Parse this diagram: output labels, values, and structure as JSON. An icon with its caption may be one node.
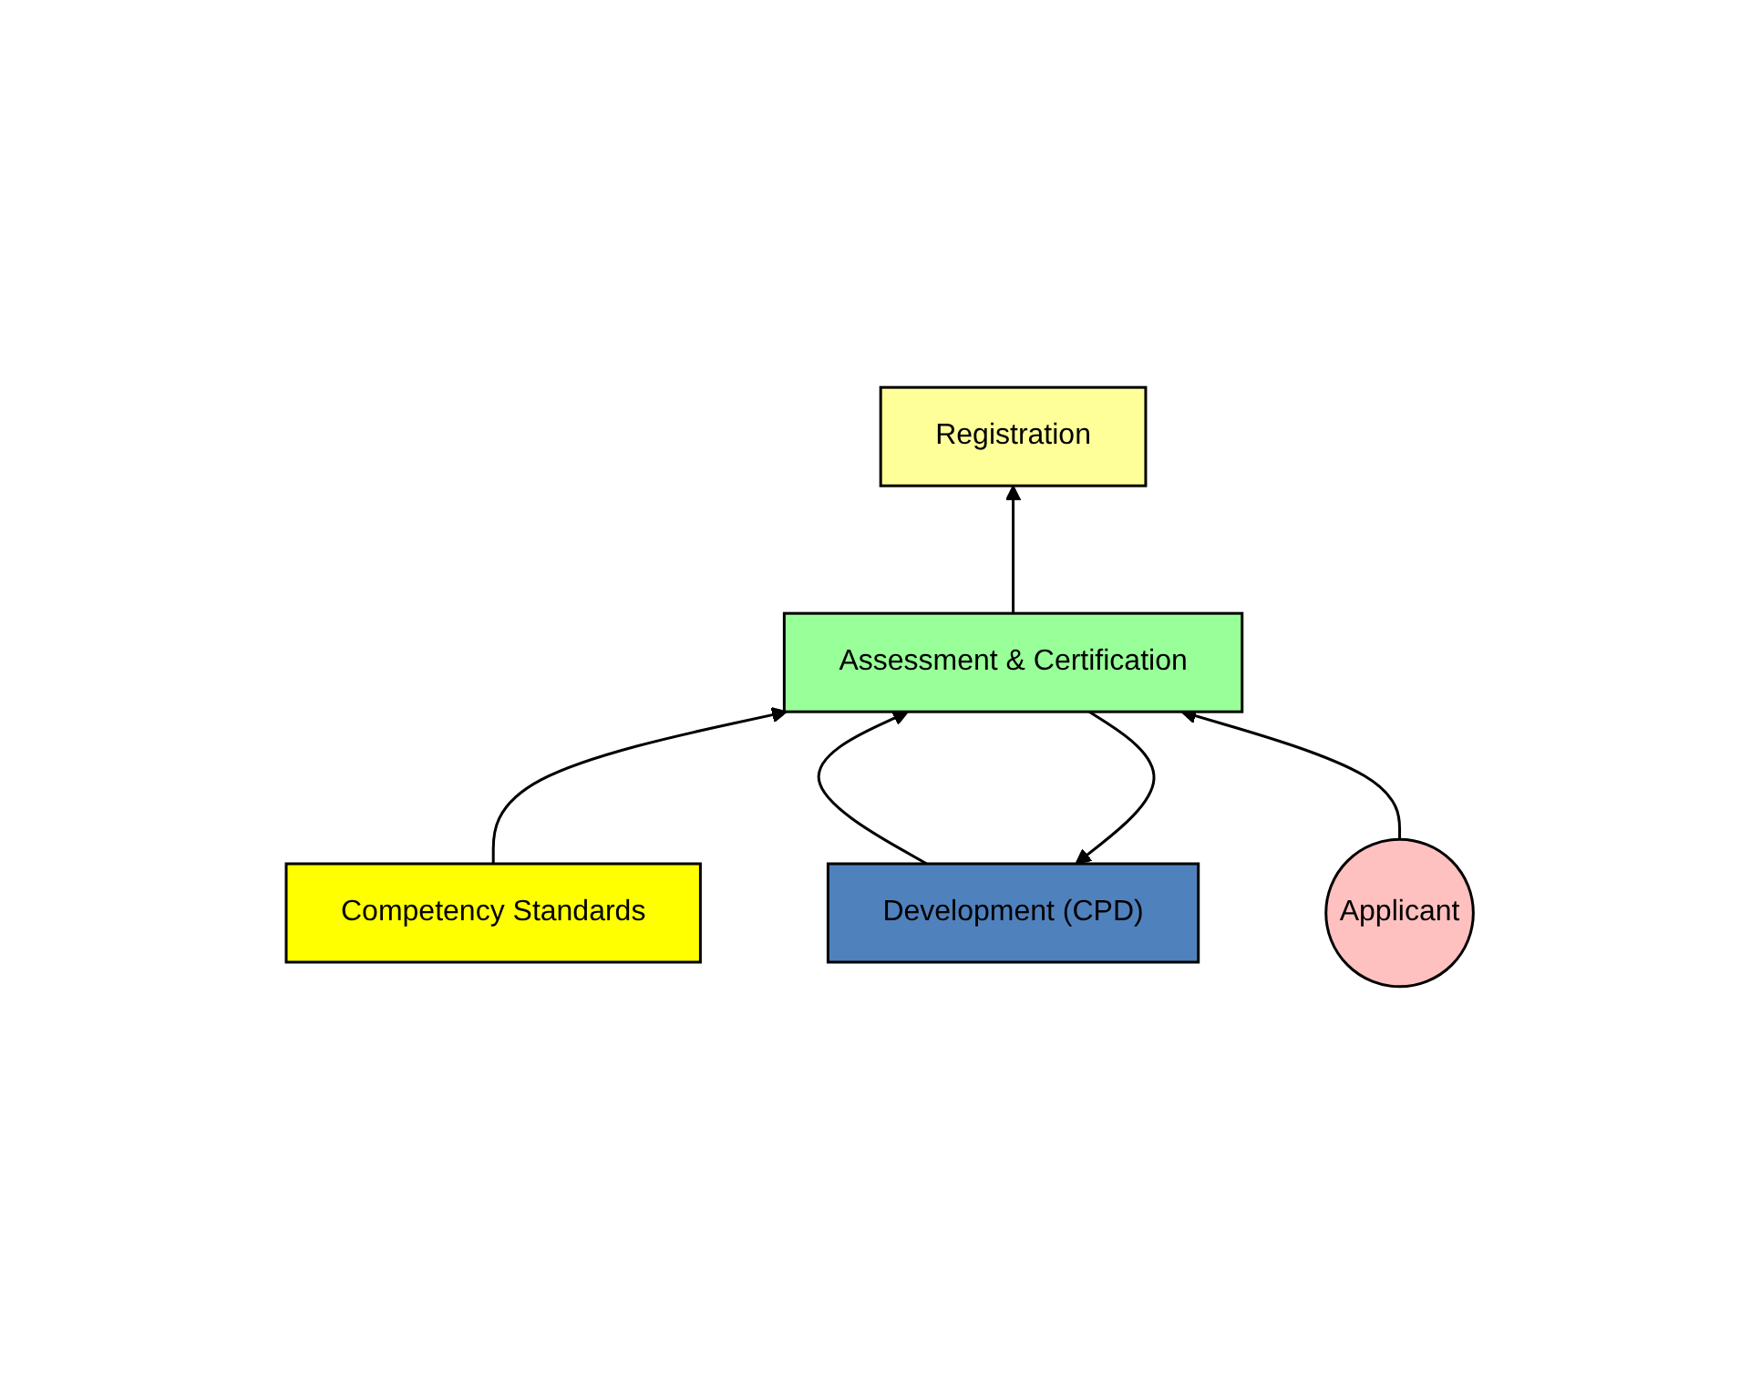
{
  "diagram": {
    "nodes": [
      {
        "text": [
          "Registration"
        ]
      },
      {
        "text": [
          "Development (CPD)"
        ]
      },
      {
        "text": [
          "Assessment & Certification"
        ]
      },
      {
        "text": [
          "Competency Standards"
        ]
      },
      {
        "text": [
          "Applicant"
        ]
      }
    ],
    "edges": [
      {
        "from": 2,
        "to": 0,
        "arrow": "to"
      },
      {
        "from": 1,
        "to": 2,
        "arrow": "to"
      },
      {
        "from": 2,
        "to": 1,
        "arrow": "to"
      },
      {
        "from": 3,
        "to": 2,
        "arrow": "to"
      },
      {
        "from": 4,
        "to": 2,
        "arrow": "to"
      }
    ]
  }
}
